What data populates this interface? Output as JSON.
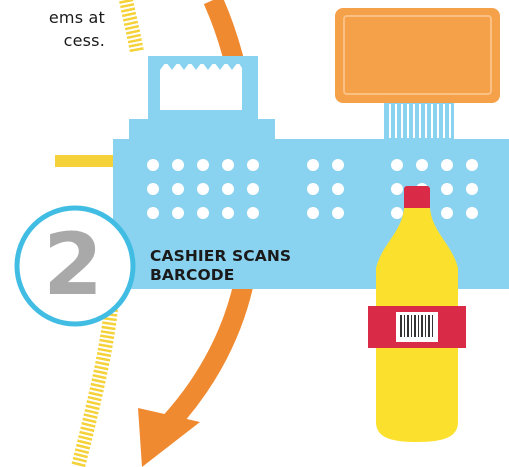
{
  "intro_text": {
    "line1": "ems at",
    "line2": "cess."
  },
  "step": {
    "number": "2",
    "caption_line1": "CASHIER SCANS",
    "caption_line2": "BARCODE"
  },
  "colors": {
    "register_blue": "#8ad3f0",
    "display_orange": "#f5a14a",
    "arrow_orange": "#f08a30",
    "stripe_yellow": "#f6d23a",
    "bottle_yellow": "#fbe12e",
    "bottle_red": "#d92b48",
    "circle_blue": "#41bde4",
    "number_gray": "#a9a9a9",
    "dot_white": "#ffffff"
  }
}
